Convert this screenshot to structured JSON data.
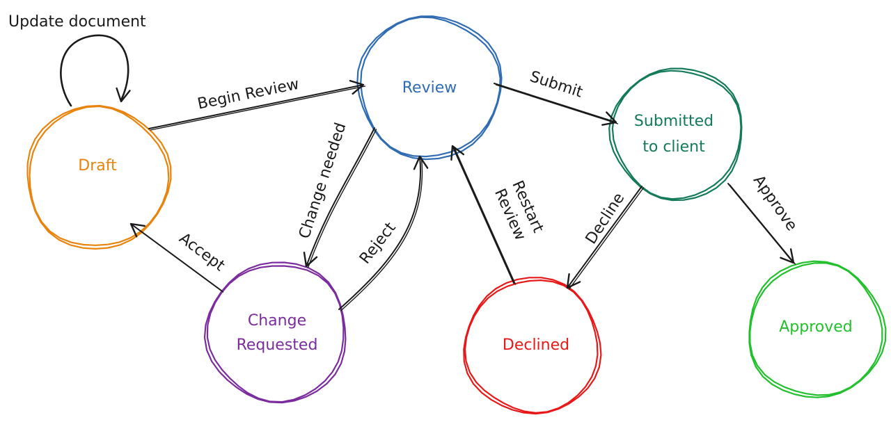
{
  "colors": {
    "draft": "#e8830c",
    "review": "#2f6cb3",
    "submitted": "#137a5a",
    "change_requested": "#7b2c9e",
    "declined": "#e81818",
    "approved": "#22c02c",
    "edge": "#1a1a1a"
  },
  "states": {
    "draft": {
      "line1": "Draft",
      "line2": ""
    },
    "review": {
      "line1": "Review",
      "line2": ""
    },
    "submitted": {
      "line1": "Submitted",
      "line2": "to client"
    },
    "change_requested": {
      "line1": "Change",
      "line2": "Requested"
    },
    "declined": {
      "line1": "Declined",
      "line2": ""
    },
    "approved": {
      "line1": "Approved",
      "line2": ""
    }
  },
  "transitions": {
    "update_document": {
      "line1": "Update document",
      "line2": ""
    },
    "begin_review": {
      "line1": "Begin Review",
      "line2": ""
    },
    "submit": {
      "line1": "Submit",
      "line2": ""
    },
    "change_needed": {
      "line1": "Change needed",
      "line2": ""
    },
    "reject": {
      "line1": "Reject",
      "line2": ""
    },
    "accept": {
      "line1": "Accept",
      "line2": ""
    },
    "restart_review": {
      "line1": "Restart",
      "line2": "Review"
    },
    "decline": {
      "line1": "Decline",
      "line2": ""
    },
    "approve": {
      "line1": "Approve",
      "line2": ""
    }
  }
}
